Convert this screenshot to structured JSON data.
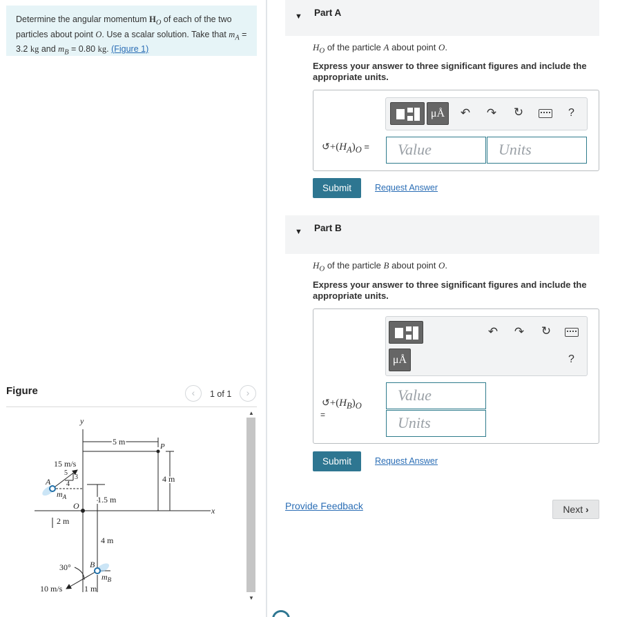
{
  "problem": {
    "text_before": "Determine the angular momentum ",
    "sym_H": "H",
    "sym_H_sub": "O",
    "text_mid1": " of each of the two particles about point ",
    "sym_O": "O",
    "text_mid2": ". Use a scalar solution. Take that ",
    "mA_sym": "m",
    "mA_sub": "A",
    "mA_value": " = 3.2 ",
    "mA_unit": "kg",
    "and": " and ",
    "mB_sym": "m",
    "mB_sub": "B",
    "mB_value": " = 0.80 ",
    "mB_unit": "kg",
    "dot": ". ",
    "figure_link": "(Figure 1)"
  },
  "figure": {
    "title": "Figure",
    "pager": "1 of 1",
    "prev_icon": "chevron-left-icon",
    "next_icon": "chevron-right-icon",
    "labels": {
      "y": "y",
      "x": "x",
      "five_m": "5 m",
      "P": "P",
      "four_m_right": "4 m",
      "speed_A": "15 m/s",
      "five": "5",
      "three": "3",
      "four": "4",
      "A": "A",
      "mA": "m",
      "mA_sub": "A",
      "O": "O",
      "one_five_m": "1.5 m",
      "two_m": "2 m",
      "four_m_down": "4 m",
      "angle": "30°",
      "B": "B",
      "mB": "m",
      "mB_sub": "B",
      "speed_B": "10 m/s",
      "one_m": "1 m"
    }
  },
  "partA": {
    "title": "Part A",
    "q_H": "H",
    "q_H_sub": "O",
    "q_text": " of the particle ",
    "q_particle": "A",
    "q_text2": " about point ",
    "q_point": "O",
    "q_end": ".",
    "instruction": "Express your answer to three significant figures and include the appropriate units.",
    "eq_prefix": "+(",
    "eq_H": "H",
    "eq_sub": "A",
    "eq_suffix": ")",
    "eq_sub2": "O",
    "eq_equals": " =",
    "value_placeholder": "Value",
    "units_placeholder": "Units",
    "ua_label": "μÅ",
    "help_label": "?",
    "submit": "Submit",
    "request": "Request Answer"
  },
  "partB": {
    "title": "Part B",
    "q_H": "H",
    "q_H_sub": "O",
    "q_text": " of the particle ",
    "q_particle": "B",
    "q_text2": " about point ",
    "q_point": "O",
    "q_end": ".",
    "instruction": "Express your answer to three significant figures and include the appropriate units.",
    "eq_prefix": "+(",
    "eq_H": "H",
    "eq_sub": "B",
    "eq_suffix": ")",
    "eq_sub2": "O",
    "eq_equals": "=",
    "value_placeholder": "Value",
    "units_placeholder": "Units",
    "ua_label": "μÅ",
    "help_label": "?",
    "submit": "Submit",
    "request": "Request Answer"
  },
  "footer": {
    "feedback": "Provide Feedback",
    "next": "Next"
  },
  "colors": {
    "accent": "#2e7691",
    "link": "#2a6db5",
    "problem_bg": "#e6f4f7"
  }
}
